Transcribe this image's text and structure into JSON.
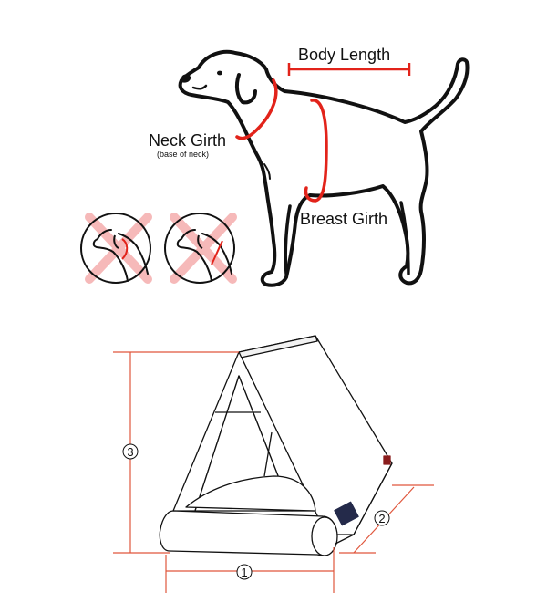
{
  "dog_measurements": {
    "body_length": "Body Length",
    "neck_girth": "Neck Girth",
    "neck_girth_note": "(base of neck)",
    "breast_girth": "Breast Girth"
  },
  "bed_dimensions": {
    "dim1": "1",
    "dim2": "2",
    "dim3": "3"
  },
  "colors": {
    "measure_red": "#e2231a",
    "dimension_line": "#e0563c",
    "wrong_cross": "#f6b9b9",
    "outline": "#111111"
  }
}
